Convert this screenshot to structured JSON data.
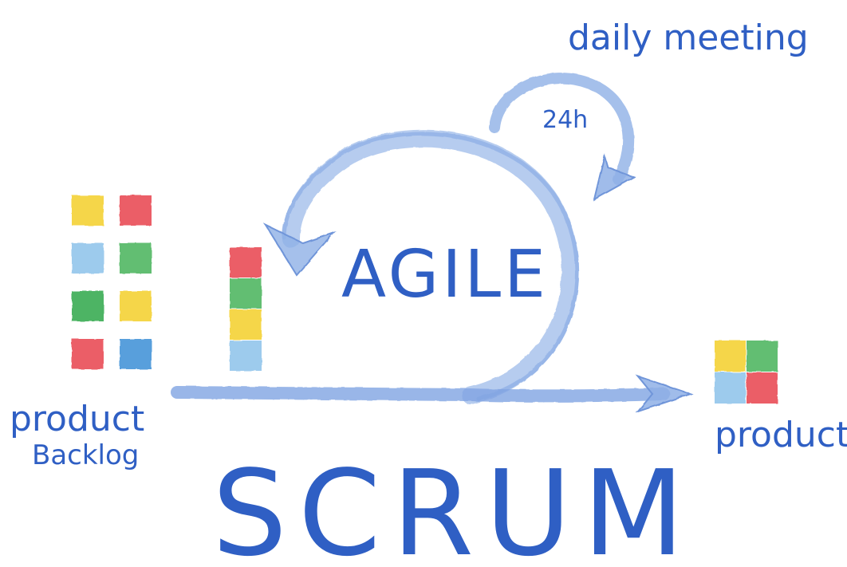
{
  "labels": {
    "daily_meeting": "daily meeting",
    "cycle_time": "24h",
    "center": "AGILE",
    "backlog_line1": "product",
    "backlog_line2": "Backlog",
    "output": "product",
    "title": "SCRUM"
  },
  "colors": {
    "ink": "#2f5fc4",
    "arrow": "#8fb0e6",
    "arrow_dark": "#6f95d9",
    "yellow": "#f4cf2c",
    "red": "#e8424e",
    "light_blue": "#8cc3ea",
    "green": "#47b35a",
    "blue": "#3a8fd6",
    "bright_green": "#2fa84a"
  },
  "backlog_grid": [
    [
      "yellow",
      "red"
    ],
    [
      "light_blue",
      "green"
    ],
    [
      "bright_green",
      "yellow"
    ],
    [
      "red",
      "blue"
    ]
  ],
  "sprint_stack": [
    "red",
    "green",
    "yellow",
    "light_blue"
  ],
  "product_grid": [
    [
      "yellow",
      "green"
    ],
    [
      "light_blue",
      "red"
    ]
  ]
}
